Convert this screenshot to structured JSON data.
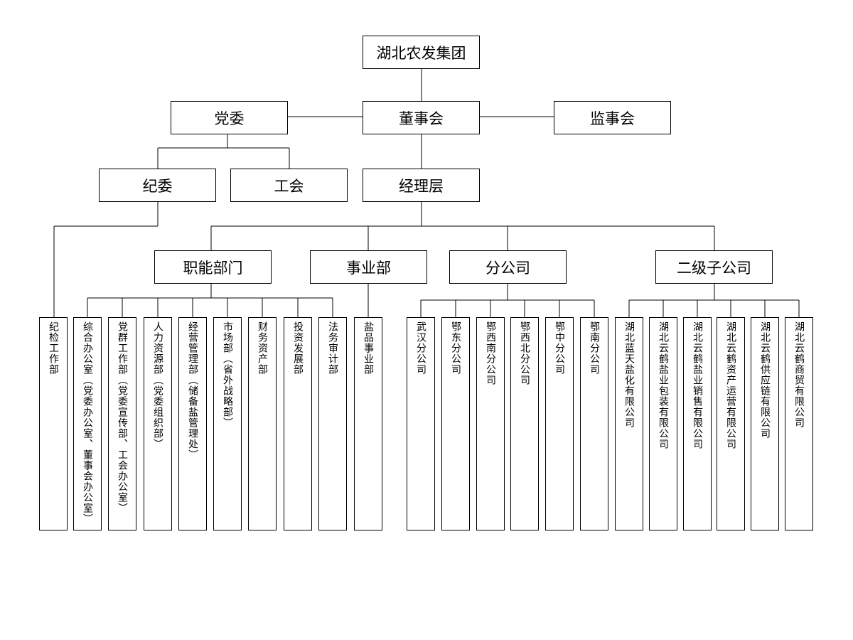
{
  "top_nodes": {
    "root": "湖北农发集团",
    "party_committee": "党委",
    "board": "董事会",
    "supervisory_board": "监事会",
    "discipline_committee": "纪委",
    "labor_union": "工会",
    "management": "经理层",
    "functional_departments": "职能部门",
    "business_division": "事业部",
    "branch_companies": "分公司",
    "subsidiaries": "二级子公司"
  },
  "units": {
    "discipline_inspection": "纪检工作部",
    "functional": [
      "综合办公室（党委办公室、董事会办公室）",
      "党群工作部（党委宣传部、工会办公室）",
      "人力资源部（党委组织部）",
      "经营管理部（储备盐管理处）",
      "市场部（省外战略部）",
      "财务资产部",
      "投资发展部",
      "法务审计部"
    ],
    "business": [
      "盐品事业部"
    ],
    "branches": [
      "武汉分公司",
      "鄂东分公司",
      "鄂西南分公司",
      "鄂西北分公司",
      "鄂中分公司",
      "鄂南分公司"
    ],
    "subsidiaries": [
      "湖北蓝天盐化有限公司",
      "湖北云鹤盐业包装有限公司",
      "湖北云鹤盐业销售有限公司",
      "湖北云鹤资产运营有限公司",
      "湖北云鹤供应链有限公司",
      "湖北云鹤商贸有限公司"
    ]
  }
}
